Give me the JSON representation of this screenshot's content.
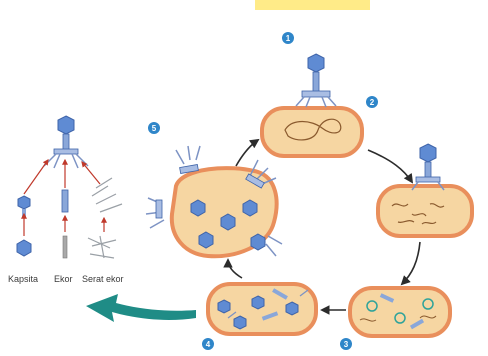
{
  "steps": [
    {
      "id": "step-1",
      "label": "1"
    },
    {
      "id": "step-2",
      "label": "2"
    },
    {
      "id": "step-3",
      "label": "3"
    },
    {
      "id": "step-4",
      "label": "4"
    },
    {
      "id": "step-5",
      "label": "5"
    }
  ],
  "assembly_labels": {
    "head": "Kapsita",
    "tail": "Ekor",
    "tail_fibers": "Serat ekor"
  },
  "colors": {
    "cell_fill": "#f6d6a2",
    "cell_wall": "#e98f5c",
    "phage": "#5f8bd3",
    "phage_dark": "#3e63a8",
    "arrow": "#2c2c2c",
    "assembly_arrow": "#c0392b",
    "release_arrow": "#1f8c86",
    "step_badge": "#2f86c9",
    "dna": "#2fa39a",
    "highlight": "#ffe773"
  },
  "icons": [
    "bacteriophage",
    "bacterial-cell",
    "cycle-arrow",
    "step-badge"
  ]
}
